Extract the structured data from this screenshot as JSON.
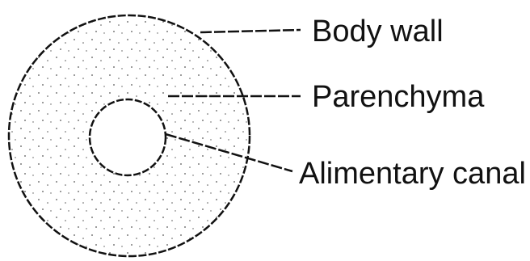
{
  "diagram": {
    "labels": {
      "body_wall": "Body wall",
      "parenchyma": "Parenchyma",
      "alimentary_canal": "Alimentary canal"
    },
    "colors": {
      "ink": "#111111",
      "stipple": "#555555",
      "background": "#ffffff"
    }
  }
}
